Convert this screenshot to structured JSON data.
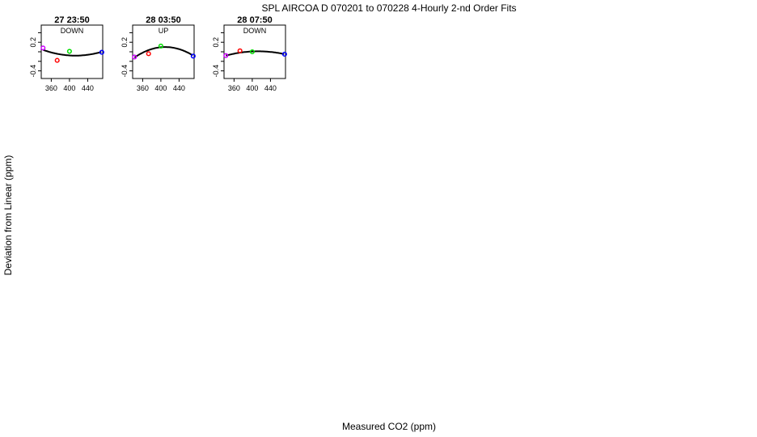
{
  "chart_data": {
    "type": "scatter",
    "title": "SPL   AIRCOA D   070201 to 070228   4-Hourly 2-nd Order Fits",
    "xlabel": "Measured CO2 (ppm)",
    "ylabel": "Deviation from Linear (ppm)",
    "xlim": [
      338,
      473
    ],
    "ylim": [
      -0.56,
      0.56
    ],
    "xticks": [
      360,
      400,
      440
    ],
    "yticks": [
      -0.4,
      -0.2,
      0,
      0.2,
      0.4
    ],
    "ytick_labels": [
      "-0.4",
      "0.2"
    ],
    "point_colors": [
      "#cc00ff",
      "#ff0000",
      "#00dd00",
      "#0000ff"
    ],
    "panels": [
      {
        "time": "27 23:50",
        "direction": "DOWN",
        "points": [
          {
            "x": 342,
            "y": 0.08
          },
          {
            "x": 373,
            "y": -0.18
          },
          {
            "x": 400,
            "y": 0.01
          },
          {
            "x": 471,
            "y": -0.01
          }
        ],
        "fit": [
          0.04,
          -0.08,
          0.0
        ]
      },
      {
        "time": "28 03:50",
        "direction": "UP",
        "points": [
          {
            "x": 342,
            "y": -0.11
          },
          {
            "x": 373,
            "y": -0.04
          },
          {
            "x": 400,
            "y": 0.12
          },
          {
            "x": 471,
            "y": -0.09
          }
        ],
        "fit": [
          -0.12,
          0.1,
          -0.08
        ]
      },
      {
        "time": "28 07:50",
        "direction": "DOWN",
        "points": [
          {
            "x": 342,
            "y": -0.08
          },
          {
            "x": 373,
            "y": 0.02
          },
          {
            "x": 400,
            "y": 0.0
          },
          {
            "x": 471,
            "y": -0.05
          }
        ],
        "fit": [
          -0.08,
          0.01,
          -0.05
        ]
      }
    ]
  }
}
